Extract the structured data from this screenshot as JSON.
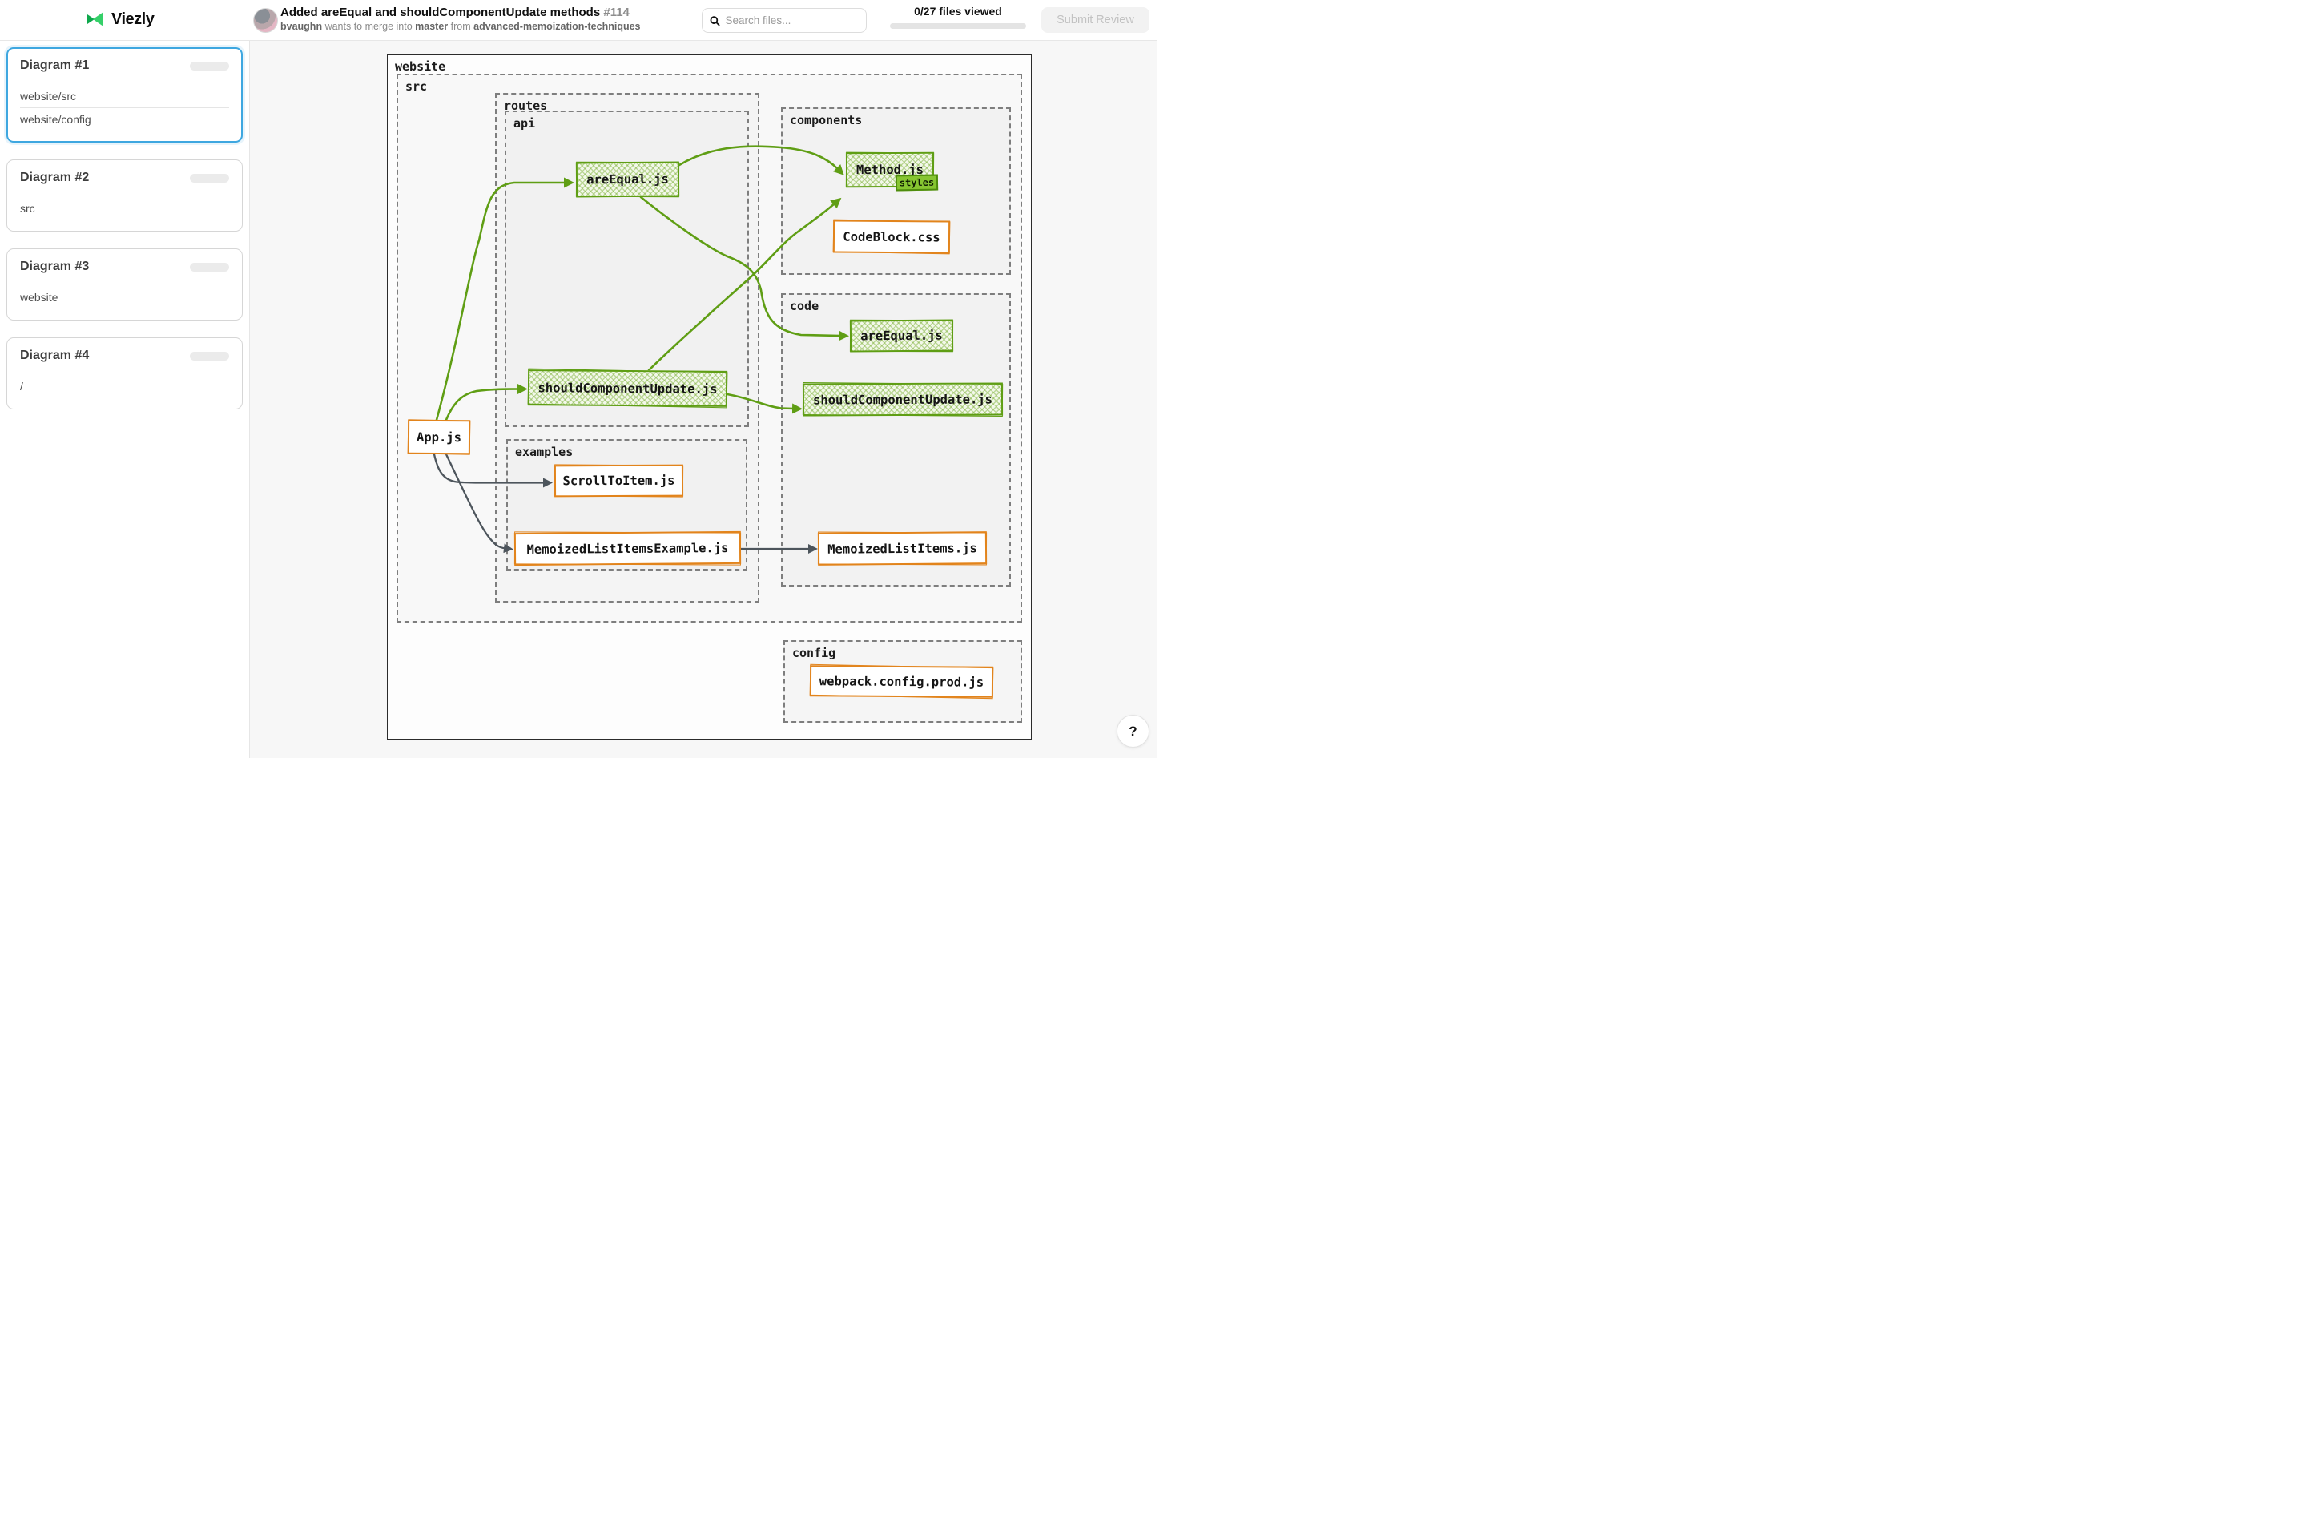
{
  "brand": {
    "name": "Viezly"
  },
  "header": {
    "pr_title": "Added areEqual and shouldComponentUpdate methods",
    "pr_number": "#114",
    "author": "bvaughn",
    "merge_text": "wants to merge into",
    "base_branch": "master",
    "from_text": "from",
    "head_branch": "advanced-memoization-techniques",
    "search_placeholder": "Search files...",
    "files_viewed": "0/27 files viewed",
    "progress_percent": 0,
    "submit_label": "Submit Review"
  },
  "sidebar": {
    "diagrams": [
      {
        "title": "Diagram #1",
        "paths": [
          "website/src",
          "website/config"
        ],
        "selected": true
      },
      {
        "title": "Diagram #2",
        "paths": [
          "src"
        ],
        "selected": false
      },
      {
        "title": "Diagram #3",
        "paths": [
          "website"
        ],
        "selected": false
      },
      {
        "title": "Diagram #4",
        "paths": [
          "/"
        ],
        "selected": false
      }
    ]
  },
  "diagram": {
    "containers": {
      "website": "website",
      "src": "src",
      "routes": "routes",
      "api": "api",
      "examples": "examples",
      "components": "components",
      "code": "code",
      "config": "config"
    },
    "nodes": [
      {
        "label": "areEqual.js"
      },
      {
        "label": "shouldComponentUpdate.js"
      },
      {
        "label": "Method.js"
      },
      {
        "label": "CodeBlock.css"
      },
      {
        "label": "areEqual.js"
      },
      {
        "label": "shouldComponentUpdate.js"
      },
      {
        "label": "MemoizedListItems.js"
      },
      {
        "label": "App.js"
      },
      {
        "label": "ScrollToItem.js"
      },
      {
        "label": "MemoizedListItemsExample.js"
      },
      {
        "label": "webpack.config.prod.js"
      }
    ],
    "method_badge": "styles"
  },
  "help": {
    "label": "?"
  },
  "colors": {
    "accent_green": "#5f9e14",
    "accent_orange": "#e2841c",
    "edge_gray": "#4d555c",
    "selected_blue": "#3ea7e0",
    "logo_green_dark": "#0ea84c",
    "logo_green_light": "#35d069"
  }
}
